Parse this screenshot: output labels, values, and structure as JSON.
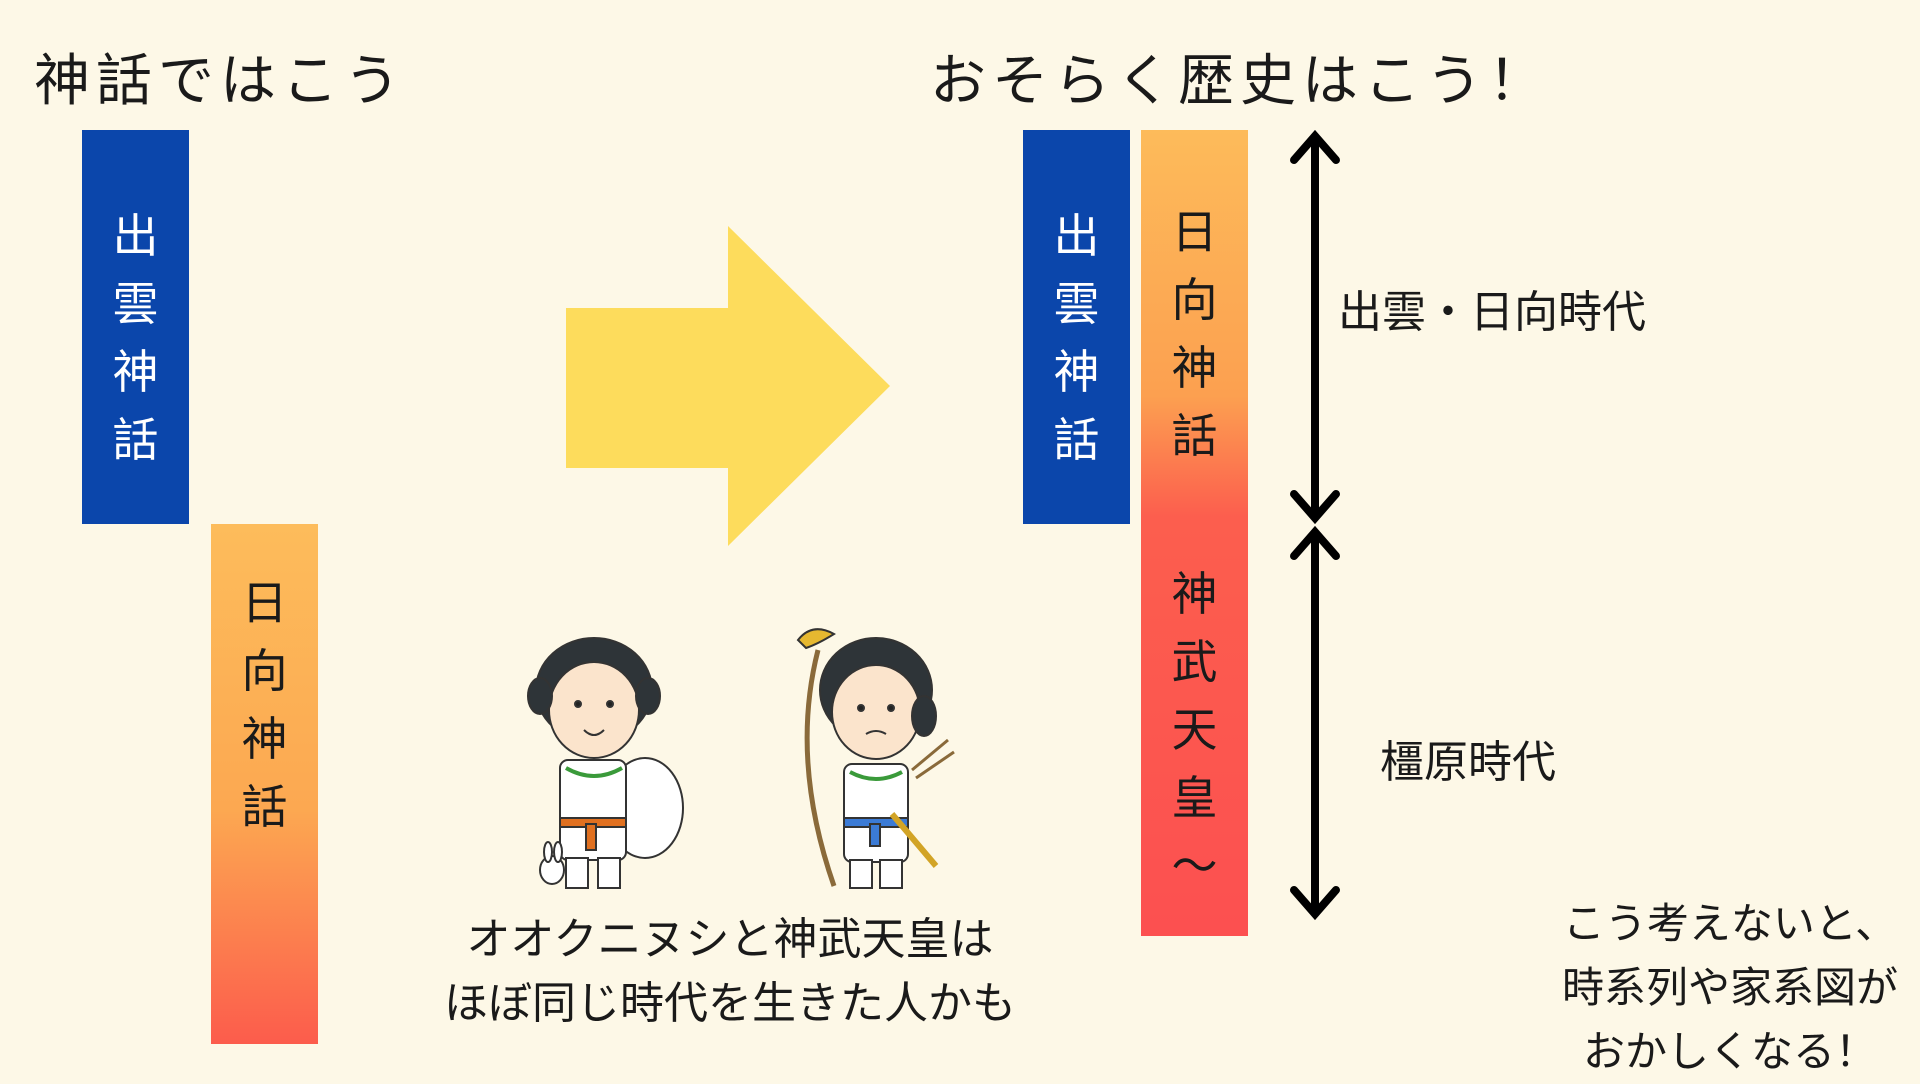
{
  "left": {
    "title": "神話ではこう",
    "izumo_bar": [
      "出",
      "雲",
      "神",
      "話"
    ],
    "hyuga_bar": [
      "日",
      "向",
      "神",
      "話"
    ]
  },
  "right": {
    "title": "おそらく歴史はこう！",
    "izumo_bar": [
      "出",
      "雲",
      "神",
      "話"
    ],
    "hyuga_bar_top": [
      "日",
      "向",
      "神",
      "話"
    ],
    "hyuga_bar_bottom": [
      "神",
      "武",
      "天",
      "皇",
      "～"
    ],
    "period_upper": "出雲・日向時代",
    "period_lower": "橿原時代"
  },
  "caption": {
    "line1": "オオクニヌシと神武天皇は",
    "line2": "ほぼ同じ時代を生きた人かも"
  },
  "note": {
    "line1": "こう考えないと、",
    "line2": "時系列や家系図が",
    "line3": "おかしくなる！"
  },
  "colors": {
    "background": "#fdf8e7",
    "izumo_blue": "#0b46ab",
    "hyuga_orange": "#fdbc5b",
    "hyuga_red": "#fc5050",
    "arrow_yellow": "#fddc5c"
  },
  "icons": {
    "big_arrow": "right-arrow-icon",
    "period_arrows": "double-headed-arrow-icon",
    "characters": [
      "okuninushi-figure",
      "jimmu-emperor-figure"
    ]
  }
}
